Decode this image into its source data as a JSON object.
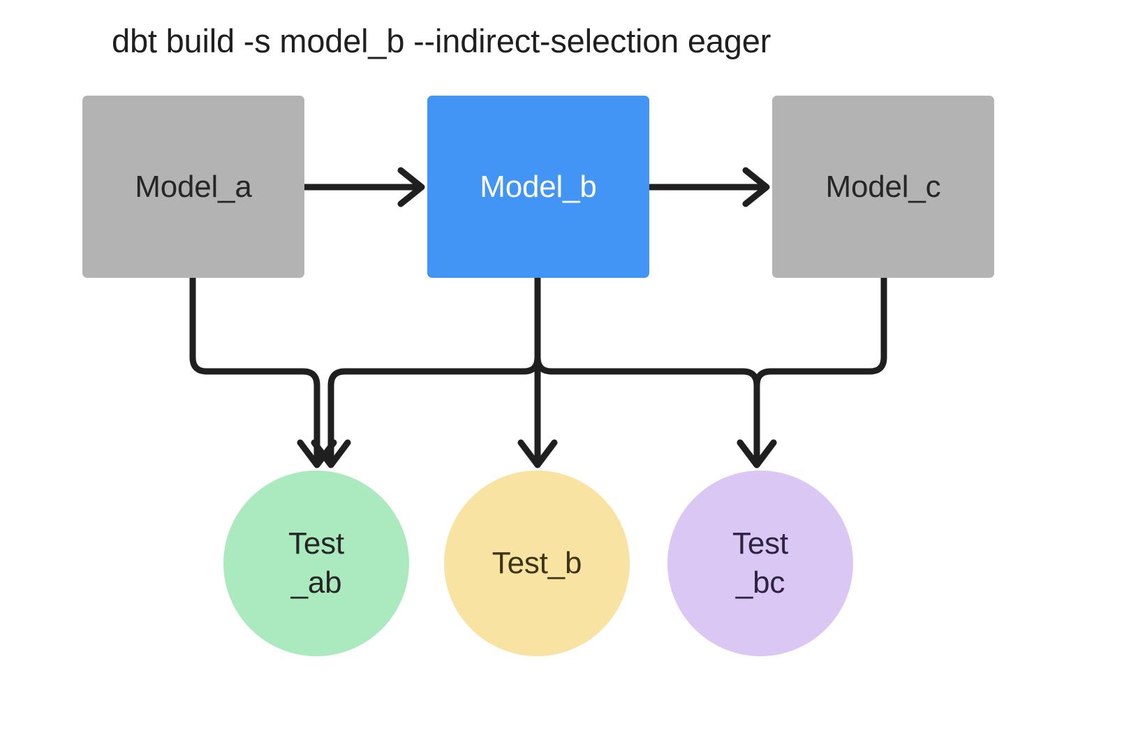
{
  "diagram": {
    "title": "dbt build -s model_b --indirect-selection eager",
    "background": "#ffffff",
    "stroke_color": "#1f1f1f",
    "models": [
      {
        "id": "model_a",
        "label": "Model_a",
        "fill": "#b3b3b3",
        "text_color": "#262626",
        "selected": false
      },
      {
        "id": "model_b",
        "label": "Model_b",
        "fill": "#4294f5",
        "text_color": "#ffffff",
        "selected": true
      },
      {
        "id": "model_c",
        "label": "Model_c",
        "fill": "#b3b3b3",
        "text_color": "#262626",
        "selected": false
      }
    ],
    "tests": [
      {
        "id": "test_ab",
        "label": "Test_ab",
        "line1": "Test",
        "line2": "_ab",
        "fill": "#abe9bf",
        "text_color": "#262626"
      },
      {
        "id": "test_b",
        "label": "Test_b",
        "line1": "Test_b",
        "line2": "",
        "fill": "#f9e3a2",
        "text_color": "#3d3413"
      },
      {
        "id": "test_bc",
        "label": "Test_bc",
        "line1": "Test",
        "line2": "_bc",
        "fill": "#dac7f4",
        "text_color": "#2b2340"
      }
    ],
    "edges": [
      {
        "from": "model_a",
        "to": "model_b",
        "style": "straight-arrow"
      },
      {
        "from": "model_b",
        "to": "model_c",
        "style": "straight-arrow"
      },
      {
        "from": "model_a",
        "to": "test_ab",
        "style": "elbow-arrow"
      },
      {
        "from": "model_b",
        "to": "test_ab",
        "style": "elbow-arrow"
      },
      {
        "from": "model_b",
        "to": "test_b",
        "style": "straight-arrow"
      },
      {
        "from": "model_b",
        "to": "test_bc",
        "style": "elbow-arrow"
      },
      {
        "from": "model_c",
        "to": "test_bc",
        "style": "elbow-arrow"
      }
    ]
  }
}
